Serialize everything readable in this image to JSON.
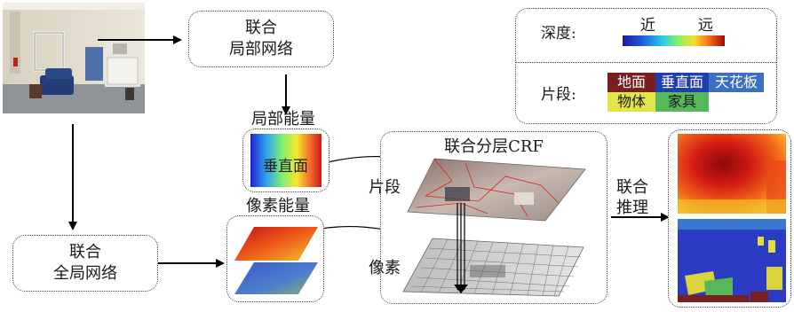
{
  "nodes": {
    "local_net": {
      "line1": "联合",
      "line2": "局部网络"
    },
    "global_net": {
      "line1": "联合",
      "line2": "全局网络"
    },
    "local_energy": {
      "title": "局部能量",
      "class_label": "垂直面"
    },
    "pixel_energy": {
      "title": "像素能量"
    },
    "crf": {
      "title": "联合分层CRF",
      "segment_label": "片段",
      "pixel_label": "像素"
    },
    "inference": {
      "line1": "联合",
      "line2": "推理"
    }
  },
  "legend": {
    "depth_label": "深度:",
    "near_label": "近",
    "far_label": "远",
    "segment_label": "片段:",
    "classes": [
      {
        "label": "地面",
        "color": "#7a1f1f"
      },
      {
        "label": "垂直面",
        "color": "#1f3fae"
      },
      {
        "label": "天花板",
        "color": "#3a6fc2"
      },
      {
        "label": "物体",
        "color": "#e3e34a"
      },
      {
        "label": "家具",
        "color": "#56b85a"
      }
    ]
  }
}
